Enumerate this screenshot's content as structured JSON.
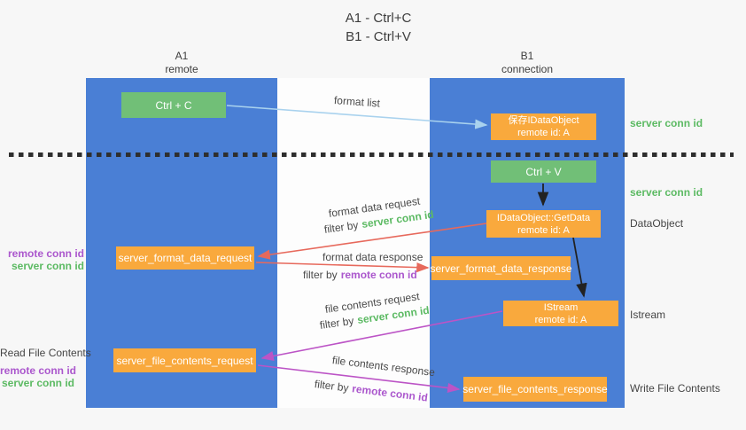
{
  "title": {
    "line1": "A1 - Ctrl+C",
    "line2": "B1 - Ctrl+V"
  },
  "lanes": {
    "a1": {
      "name": "A1",
      "subtitle": "remote"
    },
    "b1": {
      "name": "B1",
      "subtitle": "connection"
    }
  },
  "nodes": {
    "ctrl_c": {
      "label": "Ctrl + C"
    },
    "ctrl_v": {
      "label": "Ctrl + V"
    },
    "save_dataobject": {
      "line1": "保存IDataObject",
      "line2": "remote id: A"
    },
    "getdata": {
      "line1": "IDataObject::GetData",
      "line2": "remote id: A"
    },
    "istream": {
      "line1": "IStream",
      "line2": "remote id: A"
    },
    "format_request": {
      "label": "server_format_data_request"
    },
    "format_response": {
      "label": "server_format_data_response"
    },
    "file_request": {
      "label": "server_file_contents_request"
    },
    "file_response": {
      "label": "server_file_contents_response"
    }
  },
  "flow_labels": {
    "format_list": "format list",
    "format_data_request": "format data request",
    "format_data_response": "format data response",
    "file_contents_request": "file contents request",
    "file_contents_response": "file contents response",
    "filter_by": "filter by",
    "server_conn_id": "server conn id",
    "remote_conn_id": "remote conn id"
  },
  "side_labels": {
    "right_server_conn_id_top": "server conn id",
    "right_server_conn_id_mid": "server conn id",
    "dataobject": "DataObject",
    "istream": "Istream",
    "write_file_contents": "Write File Contents",
    "left_remote_conn_id_mid": "remote conn id",
    "left_server_conn_id_mid": "server conn id",
    "read_file_contents": "Read File Contents",
    "left_remote_conn_id_bottom": "remote conn id",
    "left_server_conn_id_bottom": "server conn id"
  },
  "colors": {
    "lane_blue": "#4a7fd5",
    "green_box": "#71bf77",
    "orange_box": "#f9a93d",
    "green_text": "#5cba63",
    "purple_text": "#ab57cd",
    "salmon_arrow": "#e7695c",
    "magenta_arrow": "#bc54c6",
    "lightblue_arrow": "#a9d2ee",
    "black_arrow": "#222222"
  }
}
